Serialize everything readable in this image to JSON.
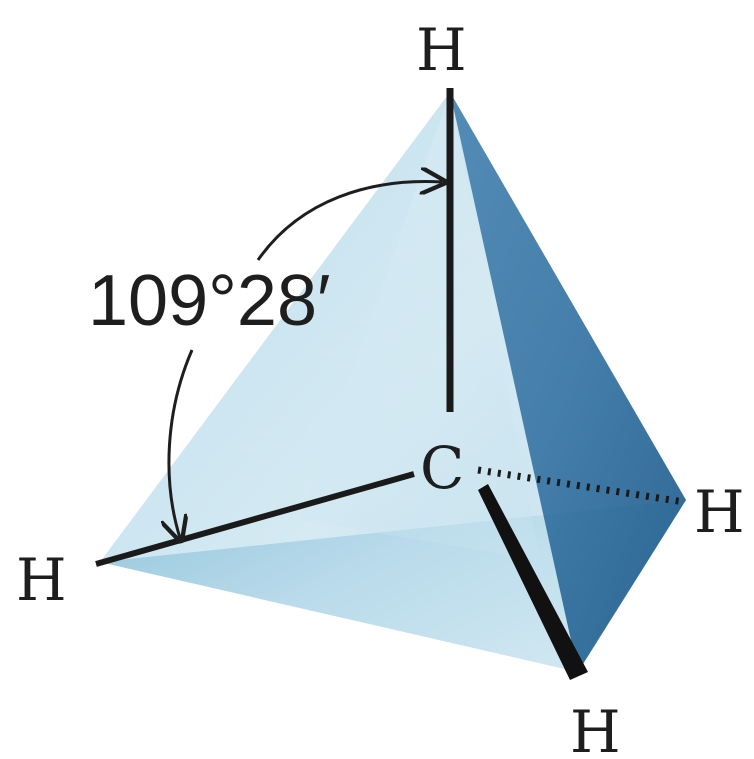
{
  "diagram": {
    "title": "",
    "atoms": {
      "center": "C",
      "top": "H",
      "left": "H",
      "right": "H",
      "bottom": "H"
    },
    "bond_angle_label": "109°28′",
    "colors": {
      "face_light": "#cfe6f0",
      "face_mid": "#9cc9de",
      "face_dark": "#2f6f9a",
      "bond": "#1a1a1a",
      "text": "#1e1e1e"
    }
  }
}
